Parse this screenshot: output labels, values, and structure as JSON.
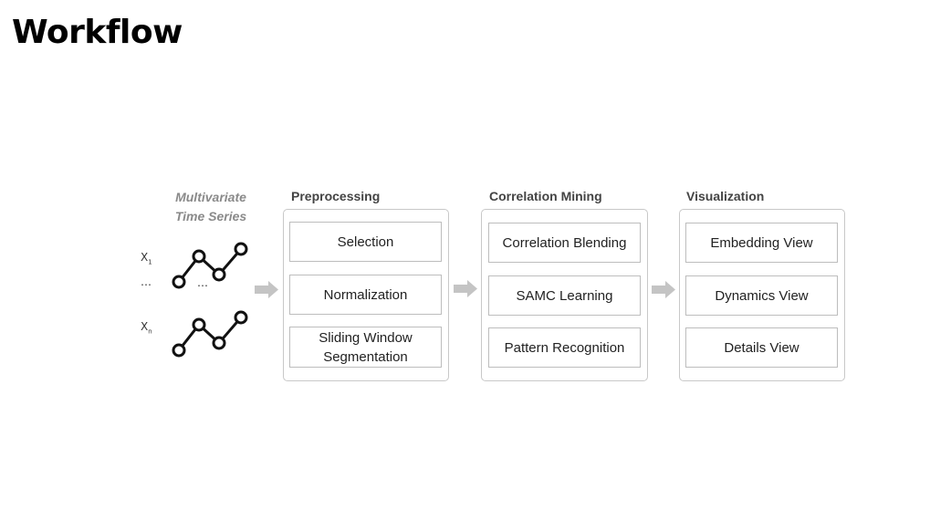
{
  "page": {
    "title": "Workflow"
  },
  "input": {
    "label_line1": "Multivariate",
    "label_line2": "Time Series",
    "var_first": "X",
    "var_first_sub": "1",
    "var_ellipsis": "…",
    "var_last": "X",
    "var_last_sub": "n",
    "series_ellipsis": "…"
  },
  "stages": [
    {
      "title": "Preprocessing",
      "steps": [
        "Selection",
        "Normalization",
        "Sliding Window\nSegmentation"
      ]
    },
    {
      "title": "Correlation Mining",
      "steps": [
        "Correlation Blending",
        "SAMC Learning",
        "Pattern Recognition"
      ]
    },
    {
      "title": "Visualization",
      "steps": [
        "Embedding View",
        "Dynamics View",
        "Details View"
      ]
    }
  ],
  "colors": {
    "arrow": "#c4c4c4",
    "box_border": "#c8c8c8",
    "input_label": "#8a8a8a"
  }
}
